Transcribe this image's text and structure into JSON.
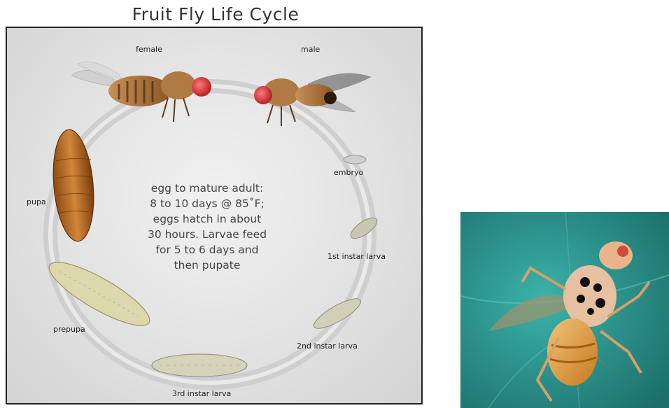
{
  "title": "Fruit Fly Life Cycle",
  "stages": {
    "female": "female",
    "male": "male",
    "embryo": "embryo",
    "first_instar": "1st instar larva",
    "second_instar": "2nd instar larva",
    "third_instar": "3rd instar larva",
    "prepupa": "prepupa",
    "pupa": "pupa"
  },
  "center_text": "egg to mature adult:\n8 to 10 days @ 85˚F;\neggs hatch in about\n30 hours. Larvae feed\nfor 5 to 6 days and\nthen pupate",
  "colors": {
    "cycle_ring": "#cfcfcf",
    "fly_body": "#a8733f",
    "fly_eye": "#d9363e",
    "pupa": "#b5651d",
    "larva": "#d8d2b0",
    "leaf": "#2e9a94"
  }
}
